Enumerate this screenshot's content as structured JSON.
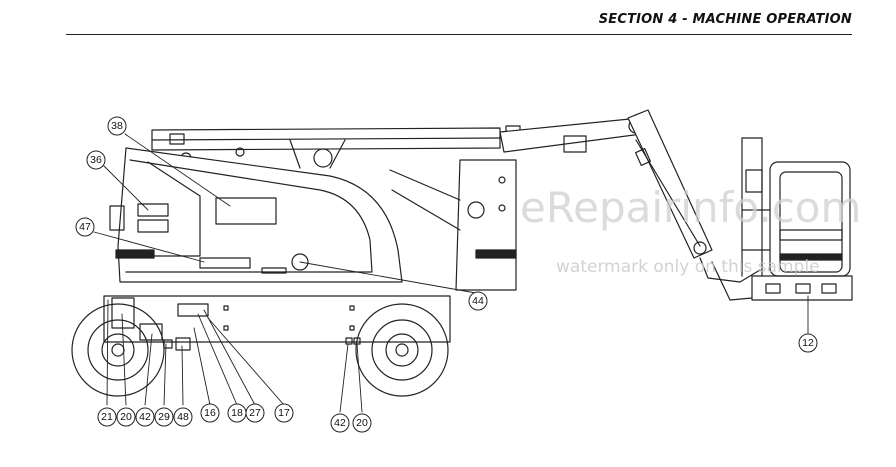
{
  "header": {
    "section_title": "SECTION 4 - MACHINE OPERATION"
  },
  "watermark": {
    "main": "eRepairinfo.com",
    "sub": "watermark only on this sample"
  },
  "callouts": [
    "38",
    "36",
    "47",
    "44",
    "12",
    "21",
    "20",
    "42",
    "29",
    "48",
    "16",
    "18",
    "27",
    "17",
    "42",
    "20"
  ]
}
